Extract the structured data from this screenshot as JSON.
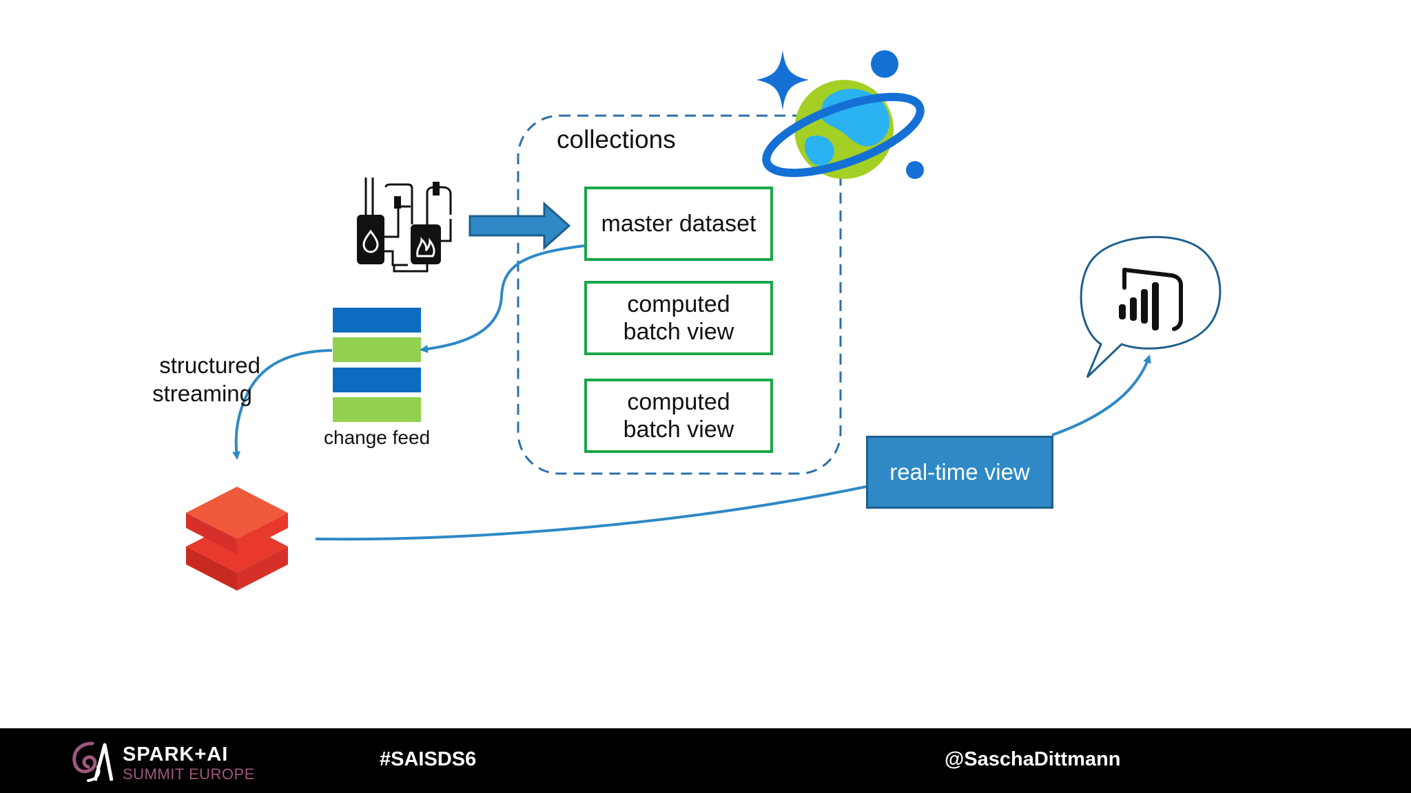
{
  "diagram": {
    "collections_label": "collections",
    "master_dataset": "master dataset",
    "batch_view_1": [
      "computed",
      "batch view"
    ],
    "batch_view_2": [
      "computed",
      "batch view"
    ],
    "change_feed_label": "change feed",
    "structured_streaming": [
      "structured",
      "streaming"
    ],
    "realtime_view": "real-time view",
    "icons": [
      "iot-devices-icon",
      "cosmos-db-icon",
      "databricks-icon",
      "power-bi-icon"
    ],
    "colors": {
      "dashed_border": "#2b6fa8",
      "green_border": "#1aa64a",
      "arrow_blue": "#2e89c6",
      "feed_blue": "#0d6cbf",
      "feed_green": "#92d050",
      "databricks_red": "#e8392c",
      "realtime_fill": "#2e89c6"
    }
  },
  "footer": {
    "brand_line1": "SPARK+AI",
    "brand_line2": "SUMMIT EUROPE",
    "hashtag": "#SAISDS6",
    "handle": "@SaschaDittmann"
  }
}
